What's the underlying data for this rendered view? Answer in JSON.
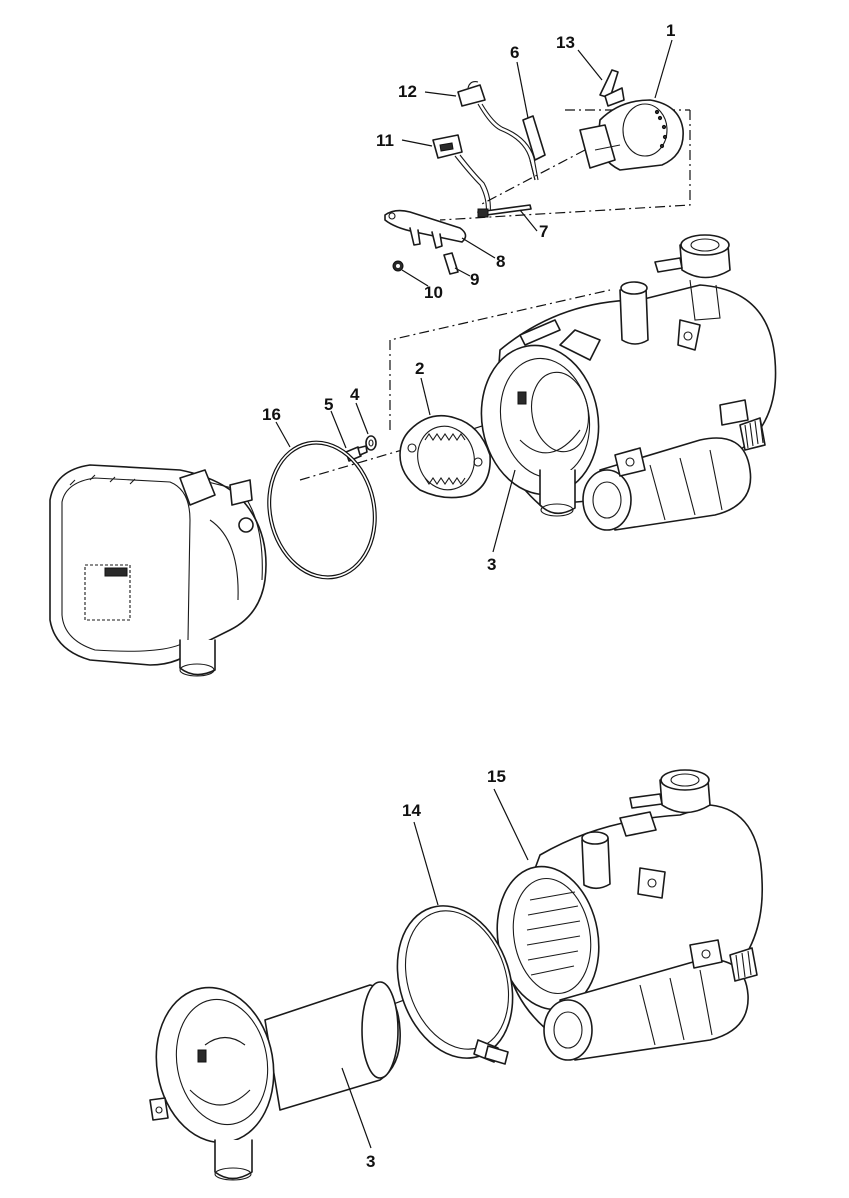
{
  "callouts": {
    "c1": "1",
    "c2": "2",
    "c3_top": "3",
    "c3_bottom": "3",
    "c4": "4",
    "c5": "5",
    "c6": "6",
    "c7": "7",
    "c8": "8",
    "c9": "9",
    "c10": "10",
    "c11": "11",
    "c12": "12",
    "c13": "13",
    "c14": "14",
    "c15": "15",
    "c16": "16"
  },
  "colors": {
    "line": "#1a1a1a",
    "shade": "#bdbdbd",
    "background": "#ffffff"
  }
}
